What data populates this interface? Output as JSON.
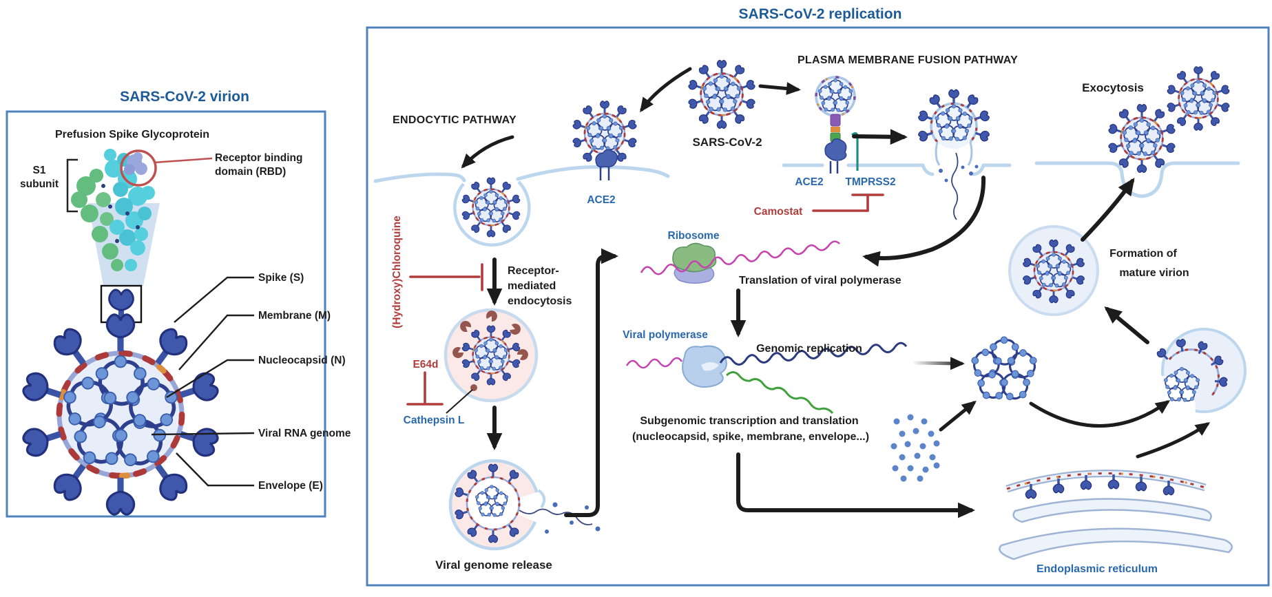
{
  "left_panel": {
    "title": "SARS-CoV-2 virion",
    "prefusion_label": "Prefusion Spike Glycoprotein",
    "s1_line1": "S1",
    "s1_line2": "subunit",
    "rbd_line1": "Receptor binding",
    "rbd_line2": "domain (RBD)",
    "labels": {
      "spike": "Spike (S)",
      "membrane": "Membrane (M)",
      "nucleocapsid": "Nucleocapsid (N)",
      "rna": "Viral RNA genome",
      "envelope": "Envelope (E)"
    }
  },
  "replication": {
    "title": "SARS-CoV-2 replication",
    "endocytic_pathway": "ENDOCYTIC PATHWAY",
    "plasma_pathway": "PLASMA MEMBRANE FUSION PATHWAY",
    "virus_label": "SARS-CoV-2",
    "ace2_endocytic": "ACE2",
    "ace2_fusion": "ACE2",
    "tmprss2": "TMPRSS2",
    "camostat": "Camostat",
    "chloroquine": "(Hydroxy)Chloroquine",
    "rme_line1": "Receptor-",
    "rme_line2": "mediated",
    "rme_line3": "endocytosis",
    "e64d": "E64d",
    "cathepsin": "Cathepsin L",
    "genome_release": "Viral genome release",
    "ribosome": "Ribosome",
    "translation": "Translation of viral polymerase",
    "viral_polymerase": "Viral polymerase",
    "genomic_replication": "Genomic replication",
    "subgenomic_line1": "Subgenomic transcription and translation",
    "subgenomic_line2": "(nucleocapsid, spike, membrane, envelope...)",
    "er": "Endoplasmic reticulum",
    "exocytosis": "Exocytosis",
    "formation_line1": "Formation of",
    "formation_line2": "mature virion"
  },
  "colors": {
    "heading_blue": "#1d5b97",
    "label_blue": "#2a68ad",
    "inhibitor_red": "#b23b3b",
    "box_border": "#4e82bd",
    "membrane_blue": "#bcd6ee",
    "spike_blue": "#3f58ab",
    "genome_navy": "#2e3f8e",
    "endosome_pink": "#fbe9e8",
    "mrna_magenta": "#c445ad",
    "genome_copy_navy": "#2b3a7e",
    "subgenomic_green": "#3fa03c"
  }
}
